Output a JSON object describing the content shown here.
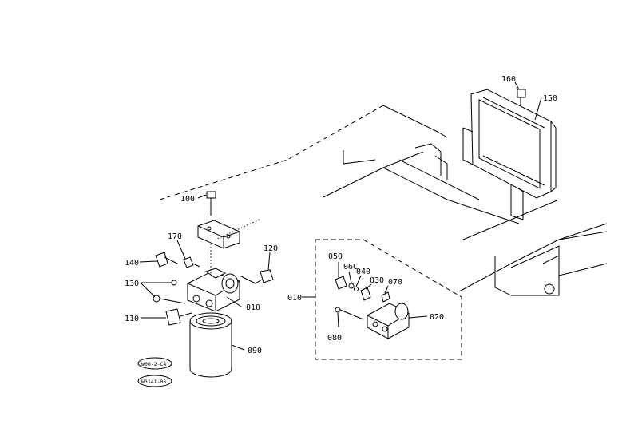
{
  "labels": {
    "p160": "160",
    "p150": "150",
    "p100": "100",
    "p170": "170",
    "p120": "120",
    "p140": "140",
    "p130": "130",
    "p010a": "010",
    "p110": "110",
    "p090": "090",
    "p010b": "010",
    "p050": "050",
    "p060": "06C",
    "p040": "040",
    "p030": "030",
    "p070": "070",
    "p020": "020",
    "p080": "080"
  },
  "stamps": {
    "s1": "W00-2-C4",
    "s2": "W3141-06"
  }
}
